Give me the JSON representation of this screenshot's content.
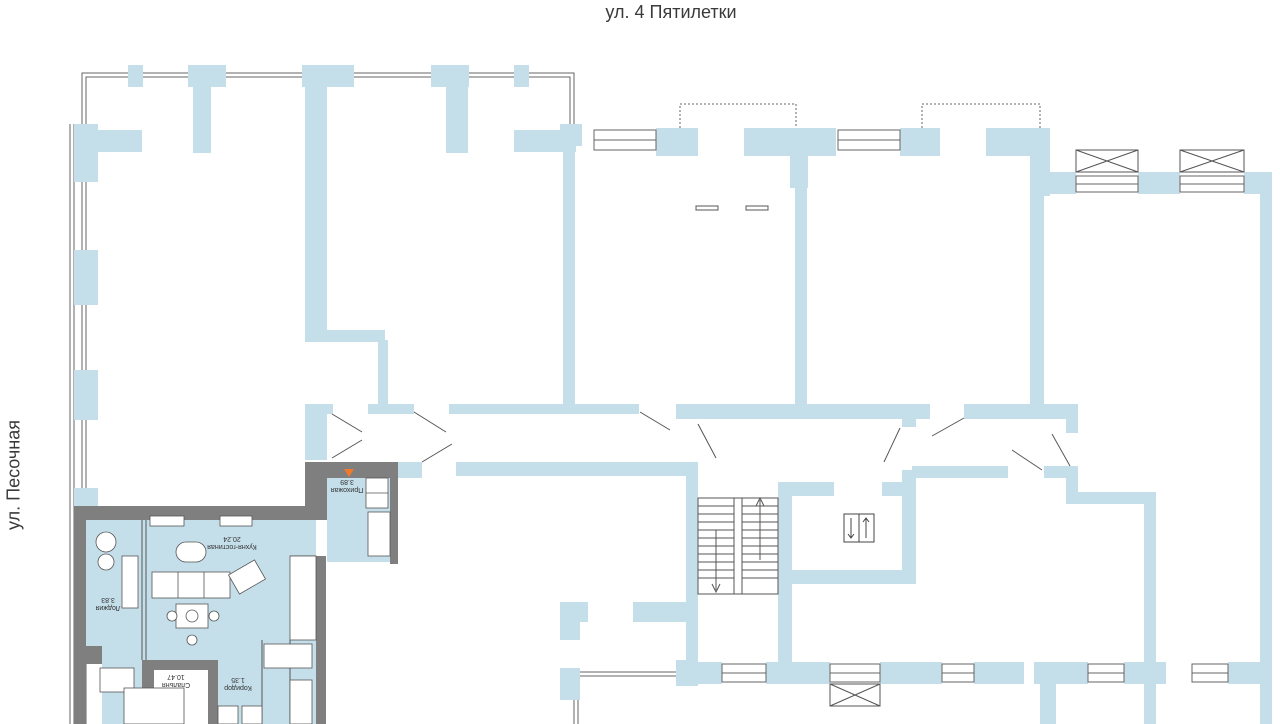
{
  "streets": {
    "top": "ул. 4 Пятилетки",
    "left": "ул. Песочная"
  },
  "colors": {
    "wall": "#c5dfea",
    "apartment_wall": "#7f7f7f",
    "apartment_floor": "#c5dfea",
    "furniture": "#ffffff",
    "line": "#555555",
    "entrance_marker": "#f07a2c"
  },
  "apartment": {
    "rooms": [
      {
        "name": "Прихожая",
        "area": "3.89"
      },
      {
        "name": "Кухня-гостиная",
        "area": "20.24"
      },
      {
        "name": "Лоджия",
        "area": "3.83"
      },
      {
        "name": "Спальня",
        "area": "10.47"
      },
      {
        "name": "Коридор",
        "area": "1.35"
      }
    ]
  },
  "icons": {
    "entrance": "entrance-arrow-icon",
    "elevator": "elevator-up-down-icon",
    "vents": "ventilation-grille-icon"
  }
}
